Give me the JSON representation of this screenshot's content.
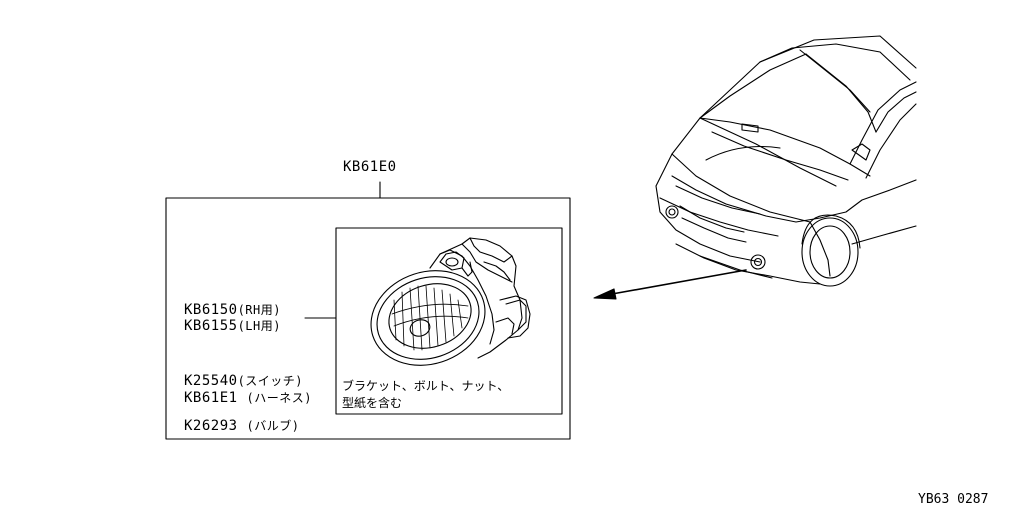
{
  "kit": {
    "part_number": "KB61E0",
    "note_line1": "ブラケット、ボルト、ナット、",
    "note_line2": "型紙を含む"
  },
  "parts": [
    {
      "number": "KB6150",
      "desc": "(RH用)"
    },
    {
      "number": "KB6155",
      "desc": "(LH用)"
    },
    {
      "number": "K25540",
      "desc": "(スイッチ)"
    },
    {
      "number": "KB61E1",
      "desc": "(ハーネス)"
    },
    {
      "number": "K26293",
      "desc": "(バルブ)"
    }
  ],
  "drawing_id": "YB63 0287"
}
